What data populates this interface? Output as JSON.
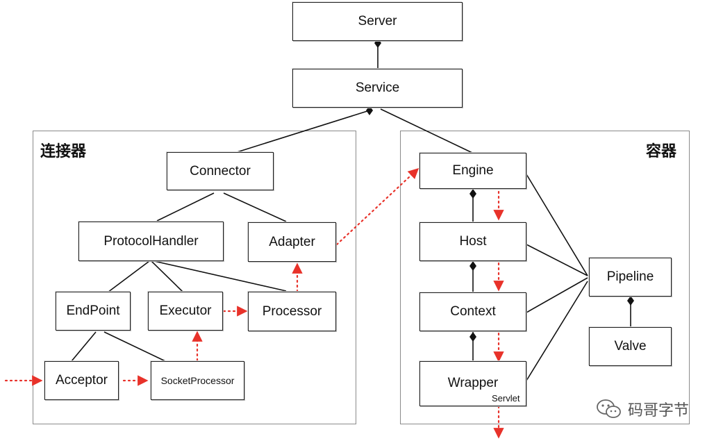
{
  "nodes": {
    "server": "Server",
    "service": "Service",
    "connector": "Connector",
    "protocol_handler": "ProtocolHandler",
    "adapter": "Adapter",
    "endpoint": "EndPoint",
    "executor": "Executor",
    "processor": "Processor",
    "acceptor": "Acceptor",
    "socket_processor": "SocketProcessor",
    "engine": "Engine",
    "host": "Host",
    "context": "Context",
    "wrapper": "Wrapper",
    "servlet": "Servlet",
    "pipeline": "Pipeline",
    "valve": "Valve"
  },
  "regions": {
    "connector_title": "连接器",
    "container_title": "容器"
  },
  "watermark": {
    "text": "码哥字节",
    "icon": "wechat-icon"
  },
  "colors": {
    "flow_arrow": "#e8322a",
    "structure_line": "#111111"
  }
}
